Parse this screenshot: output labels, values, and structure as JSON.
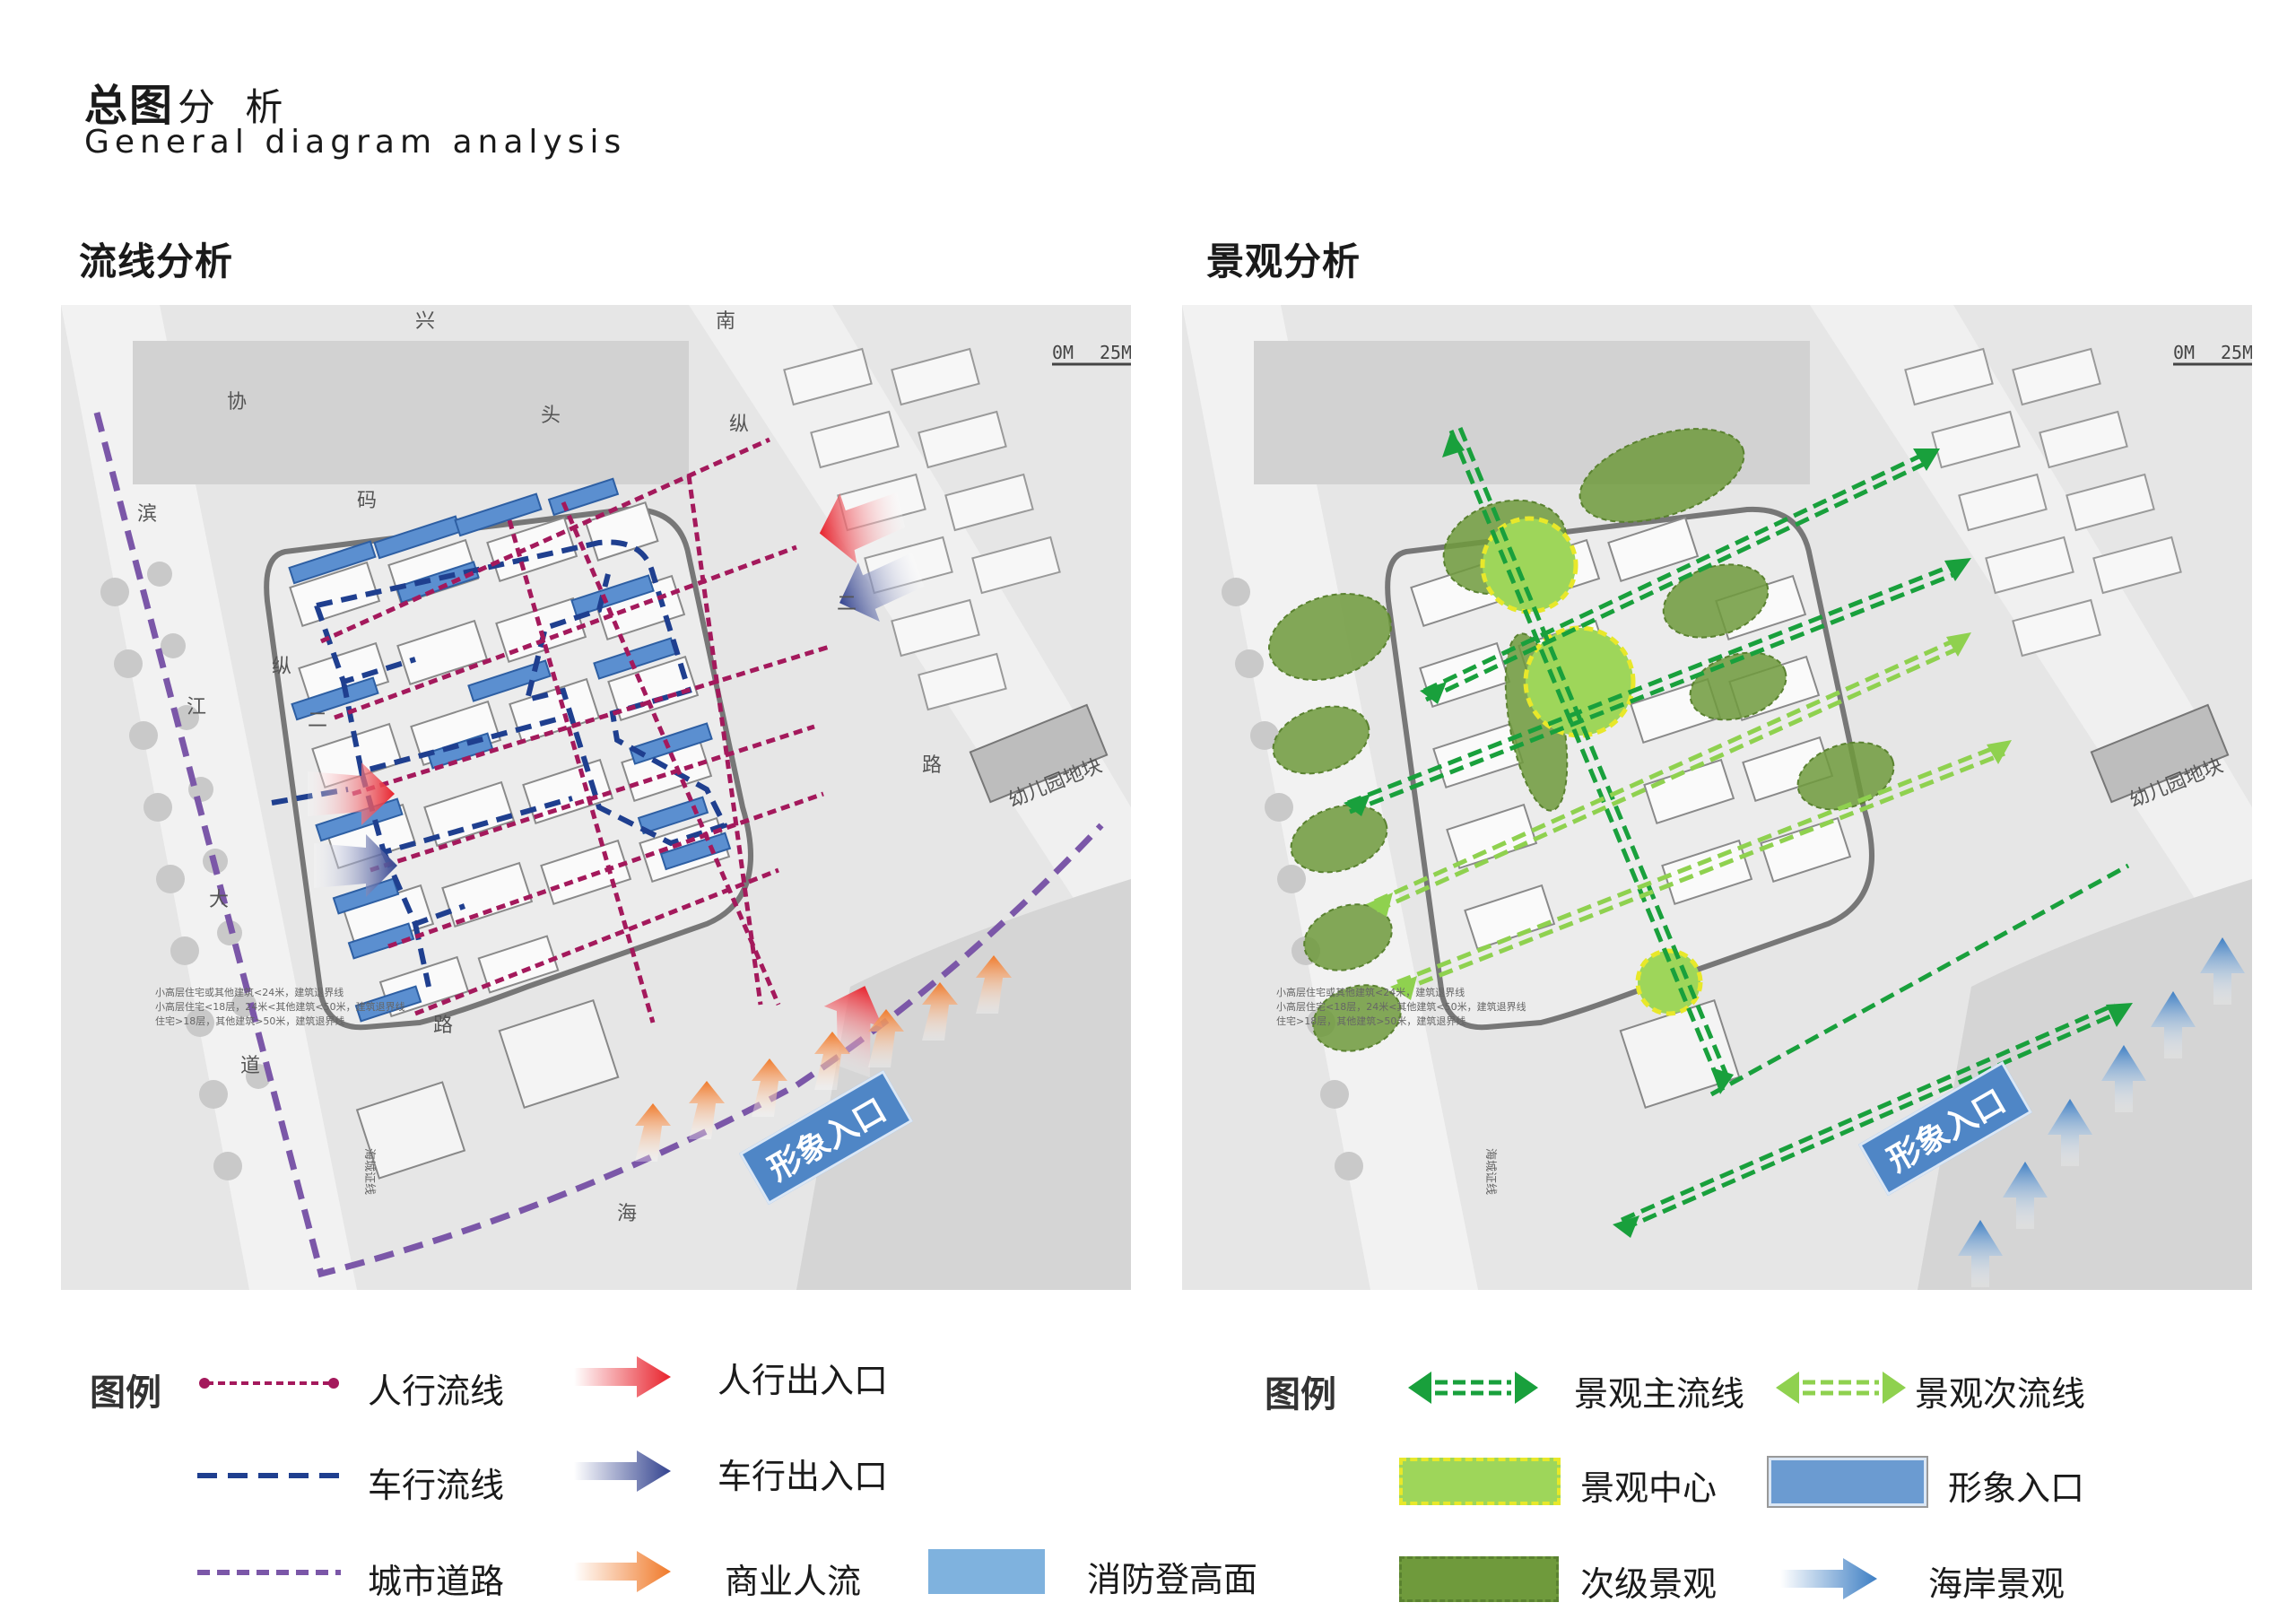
{
  "header": {
    "title_bold": "总图",
    "title_light": "分 析",
    "subtitle": "General diagram analysis"
  },
  "left_section": {
    "title": "流线分析",
    "scale_label": "0M",
    "scale_label_end": "25M",
    "entrance_label": "形象入口",
    "street_labels": [
      "兴",
      "协",
      "南",
      "头",
      "码",
      "滨",
      "纵",
      "江",
      "二",
      "大",
      "路",
      "道",
      "海",
      "纵",
      "二",
      "路"
    ],
    "plot_label": "幼儿园地块",
    "note_lines": [
      "小高层住宅或其他建筑<24米，建筑退界线",
      "小高层住宅<18层，24米<其他建筑<50米，建筑退界线",
      "住宅>18层，其他建筑>50米，建筑退界线"
    ],
    "road_label": "海城证线"
  },
  "right_section": {
    "title": "景观分析",
    "scale_label": "0M",
    "scale_label_end": "25M",
    "entrance_label": "形象入口",
    "plot_label": "幼儿园地块",
    "note_lines": [
      "小高层住宅或其他建筑<24米，建筑退界线",
      "小高层住宅<18层，24米<其他建筑<50米，建筑退界线",
      "住宅>18层，其他建筑>50米，建筑退界线"
    ],
    "road_label": "海城证线"
  },
  "legend_left": {
    "title": "图例",
    "items": [
      {
        "label": "人行流线",
        "color": "#a4195c"
      },
      {
        "label": "人行出入口",
        "color": "#e8343a"
      },
      {
        "label": "车行流线",
        "color": "#1f3f8f"
      },
      {
        "label": "车行出入口",
        "color": "#3a4a9a"
      },
      {
        "label": "城市道路",
        "color": "#7b57a8"
      },
      {
        "label": "商业人流",
        "color": "#f08a3c"
      },
      {
        "label": "消防登高面",
        "color": "#7fb2de"
      }
    ]
  },
  "legend_right": {
    "title": "图例",
    "items": [
      {
        "label": "景观主流线",
        "color": "#19a03c"
      },
      {
        "label": "景观次流线",
        "color": "#8fd14f"
      },
      {
        "label": "景观中心",
        "color": "#9ed65a"
      },
      {
        "label": "形象入口",
        "color": "#6b9bd1"
      },
      {
        "label": "次级景观",
        "color": "#6f9a3c"
      },
      {
        "label": "海岸景观",
        "color": "#4f8fce"
      }
    ]
  }
}
